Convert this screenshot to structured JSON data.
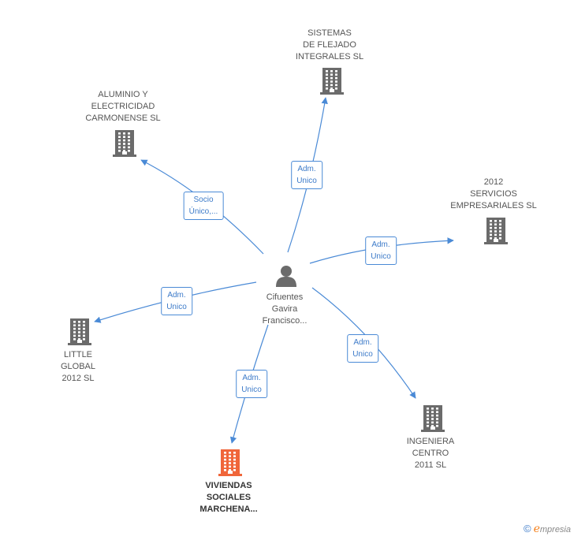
{
  "colors": {
    "edge": "#4a8ad6",
    "company_icon": "#6b6b6b",
    "company_icon_highlight": "#f0663a",
    "person_icon": "#6b6b6b"
  },
  "center": {
    "name": "Cifuentes Gavira Francisco...",
    "lines": [
      "Cifuentes",
      "Gavira",
      "Francisco..."
    ],
    "icon": "person-icon"
  },
  "companies": [
    {
      "id": "sistemas",
      "lines": [
        "SISTEMAS",
        "DE FLEJADO",
        "INTEGRALES SL"
      ],
      "highlight": false,
      "icon": "building-icon",
      "role": [
        "Adm.",
        "Unico"
      ]
    },
    {
      "id": "aluminio",
      "lines": [
        "ALUMINIO Y",
        "ELECTRICIDAD",
        "CARMONENSE SL"
      ],
      "highlight": false,
      "icon": "building-icon",
      "role": [
        "Socio",
        "Único,..."
      ]
    },
    {
      "id": "servicios",
      "lines": [
        "2012",
        "SERVICIOS",
        "EMPRESARIALES SL"
      ],
      "highlight": false,
      "icon": "building-icon",
      "role": [
        "Adm.",
        "Unico"
      ]
    },
    {
      "id": "little",
      "lines": [
        "LITTLE",
        "GLOBAL",
        "2012 SL"
      ],
      "highlight": false,
      "icon": "building-icon",
      "role": [
        "Adm.",
        "Unico"
      ]
    },
    {
      "id": "ingeniera",
      "lines": [
        "INGENIERA",
        "CENTRO",
        "2011 SL"
      ],
      "highlight": false,
      "icon": "building-icon",
      "role": [
        "Adm.",
        "Unico"
      ]
    },
    {
      "id": "viviendas",
      "lines": [
        "VIVIENDAS",
        "SOCIALES",
        "MARCHENA..."
      ],
      "highlight": true,
      "icon": "building-icon",
      "role": [
        "Adm.",
        "Unico"
      ]
    }
  ],
  "brand": {
    "copyright": "©",
    "first_letter": "e",
    "rest": "mpresia"
  }
}
